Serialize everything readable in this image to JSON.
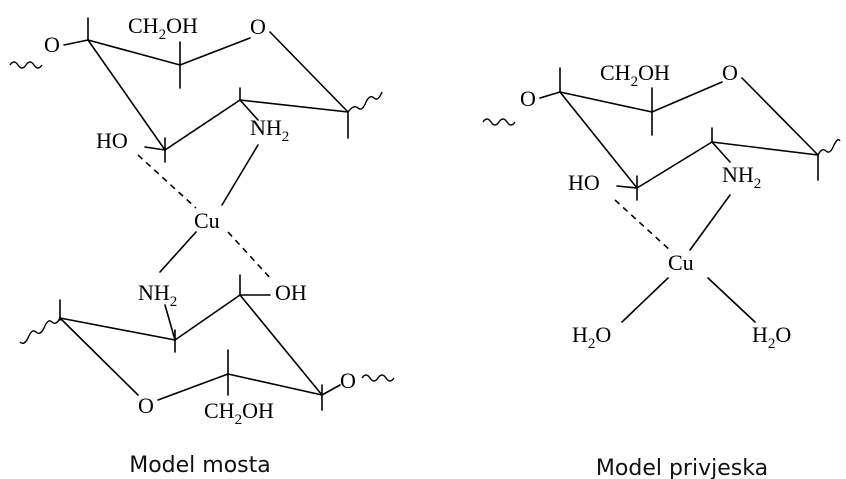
{
  "atoms": {
    "o": "O",
    "ch2oh": [
      "CH",
      "2",
      "OH"
    ],
    "ho": "HO",
    "oh": "OH",
    "nh2": [
      "NH",
      "2"
    ],
    "cu": "Cu",
    "h2o": [
      "H",
      "2",
      "O"
    ]
  },
  "captions": {
    "bridge": "Model mosta",
    "pendant": "Model privjeska"
  }
}
